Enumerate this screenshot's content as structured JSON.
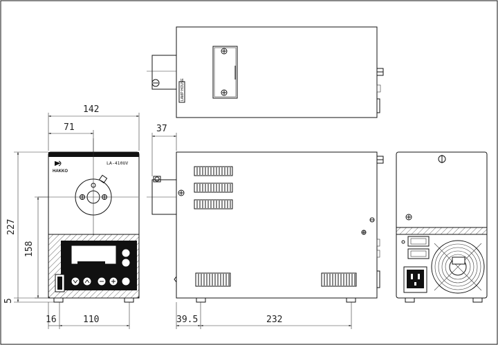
{
  "front": {
    "brand": "HAKKO",
    "model": "LA-410UV",
    "dims": {
      "width_total": "142",
      "to_center": "71",
      "height_total": "227",
      "center_height": "158",
      "foot": "5",
      "left_offset": "16",
      "base_width": "110"
    }
  },
  "side": {
    "dims": {
      "lamp_protrusion": "37",
      "left_offset": "39.5",
      "base_length": "232"
    }
  },
  "top": {
    "label_plate": "LAMP HOUSE"
  }
}
